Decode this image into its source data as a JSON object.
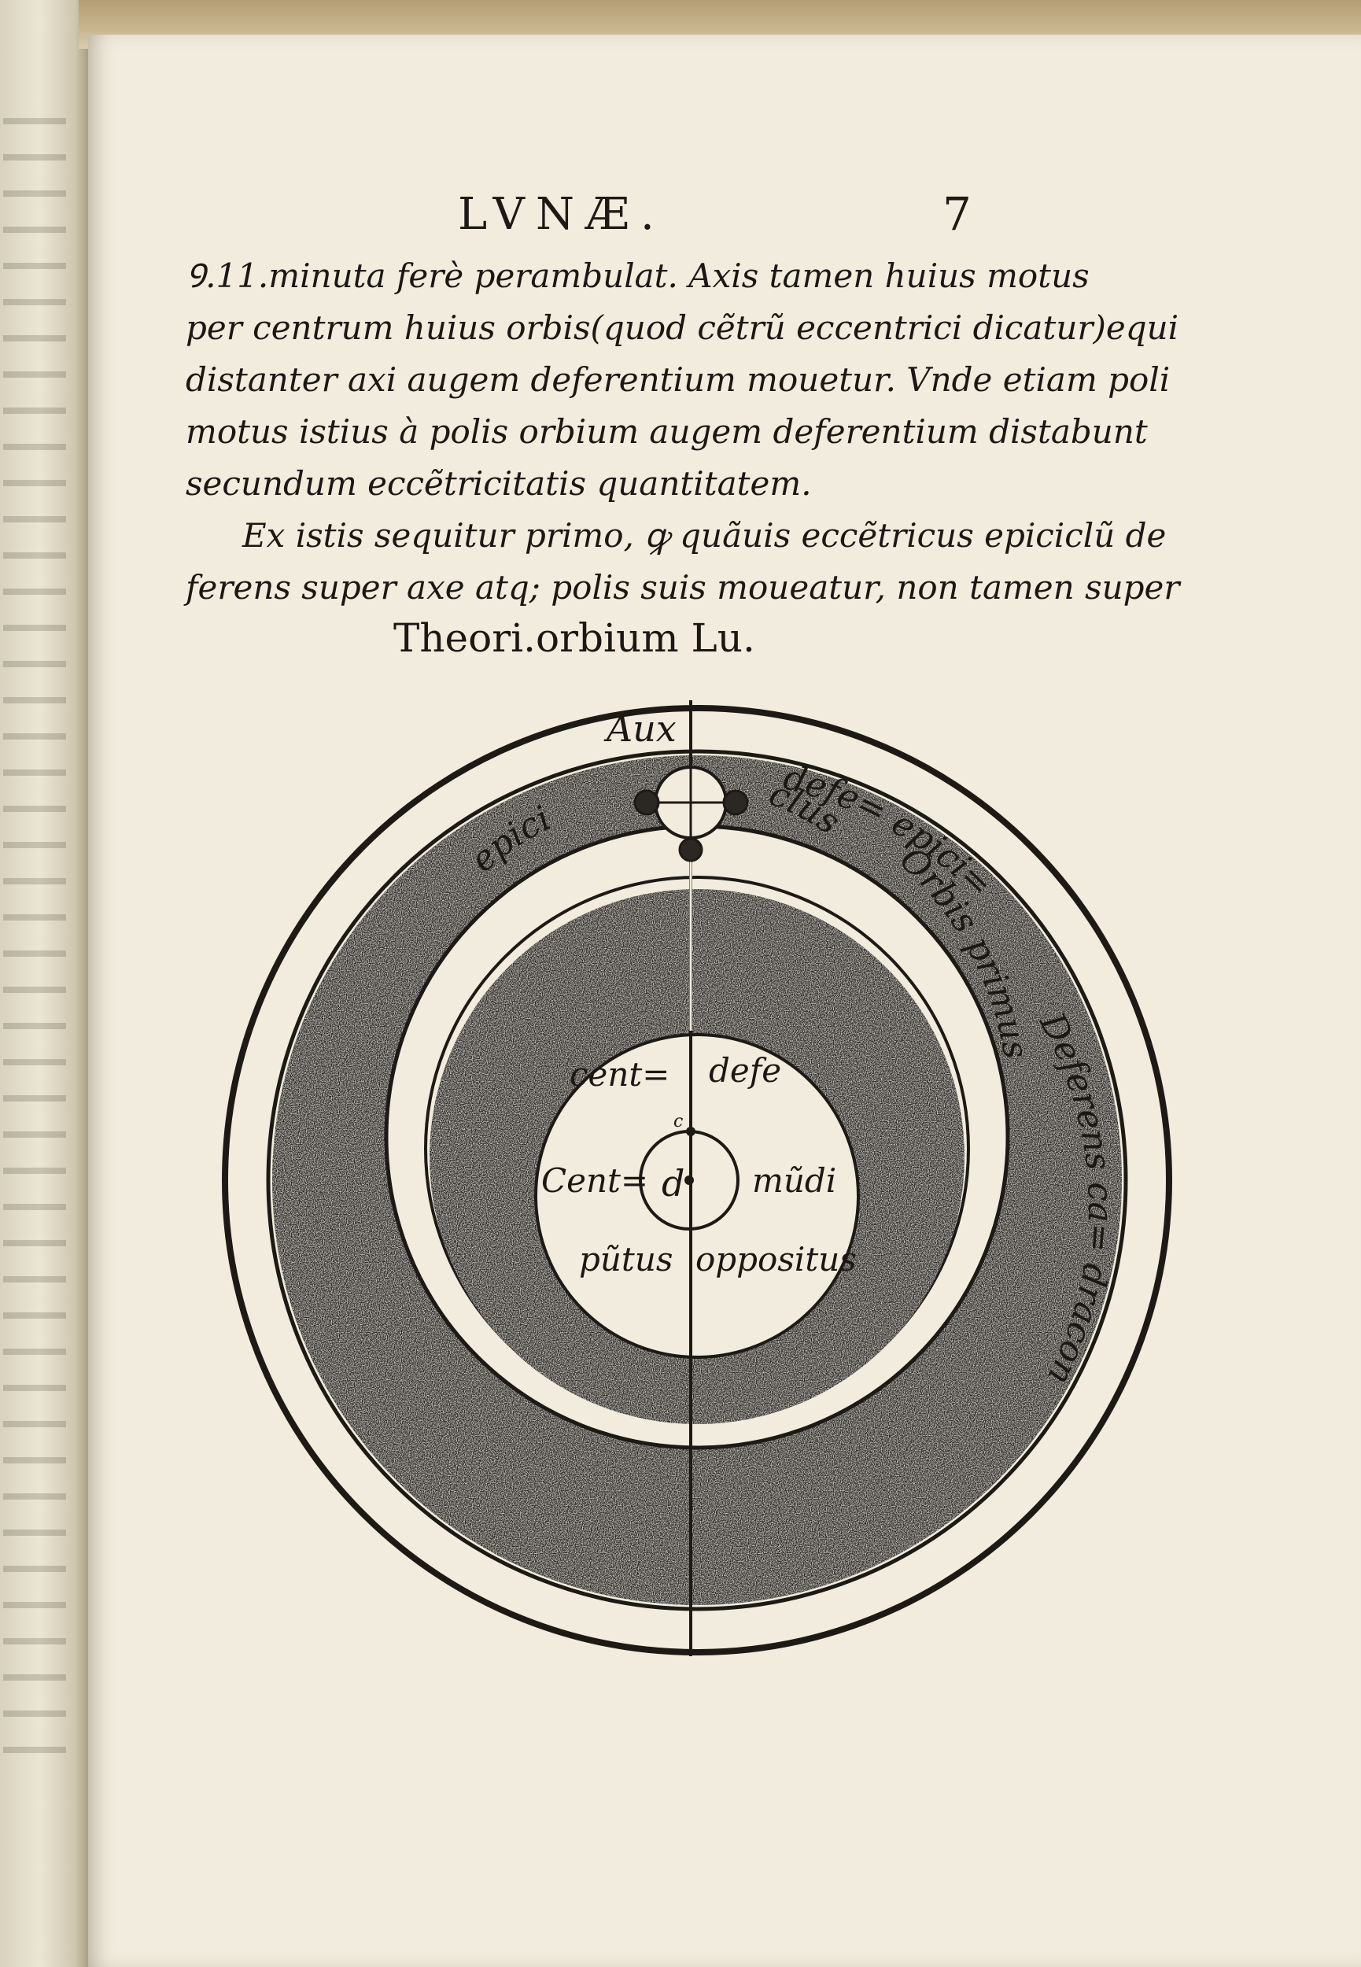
{
  "running_head": "LVNÆ.",
  "folio": "7",
  "body_lines": [
    "Ꝯ.11.minuta ferè perambulat. Axis tamen huius motus",
    "per centrum huius orbis(quod cẽtrũ eccentrici dicatur)equi",
    "distanter axi augem deferentium mouetur. Vnde etiam poli",
    "motus istius à polis orbium augem deferentium distabunt",
    "secundum eccẽtricitatis quantitatem.",
    "Ex istis sequitur primo, ꝙ quãuis eccẽtricus epiciclũ de",
    "ferens super axe atq; polis suis moueatur, non tamen super"
  ],
  "caption": "Theori.orbium Lu.",
  "diagram": {
    "labels": {
      "aux": "Aux",
      "defe_epici": "defe= epici=",
      "orbis_primus": "Orbis primus",
      "deferens": "Deferens ca= draconis",
      "epici_left": "epici",
      "clus": "clus",
      "cent_defe": "cent=",
      "defe": "defe",
      "cent_mundi": "Cent=",
      "mundi": "mũdi",
      "c_letter": "c",
      "d_letter": "d",
      "punctus": "pũtus",
      "oppositus": "oppositus"
    }
  }
}
